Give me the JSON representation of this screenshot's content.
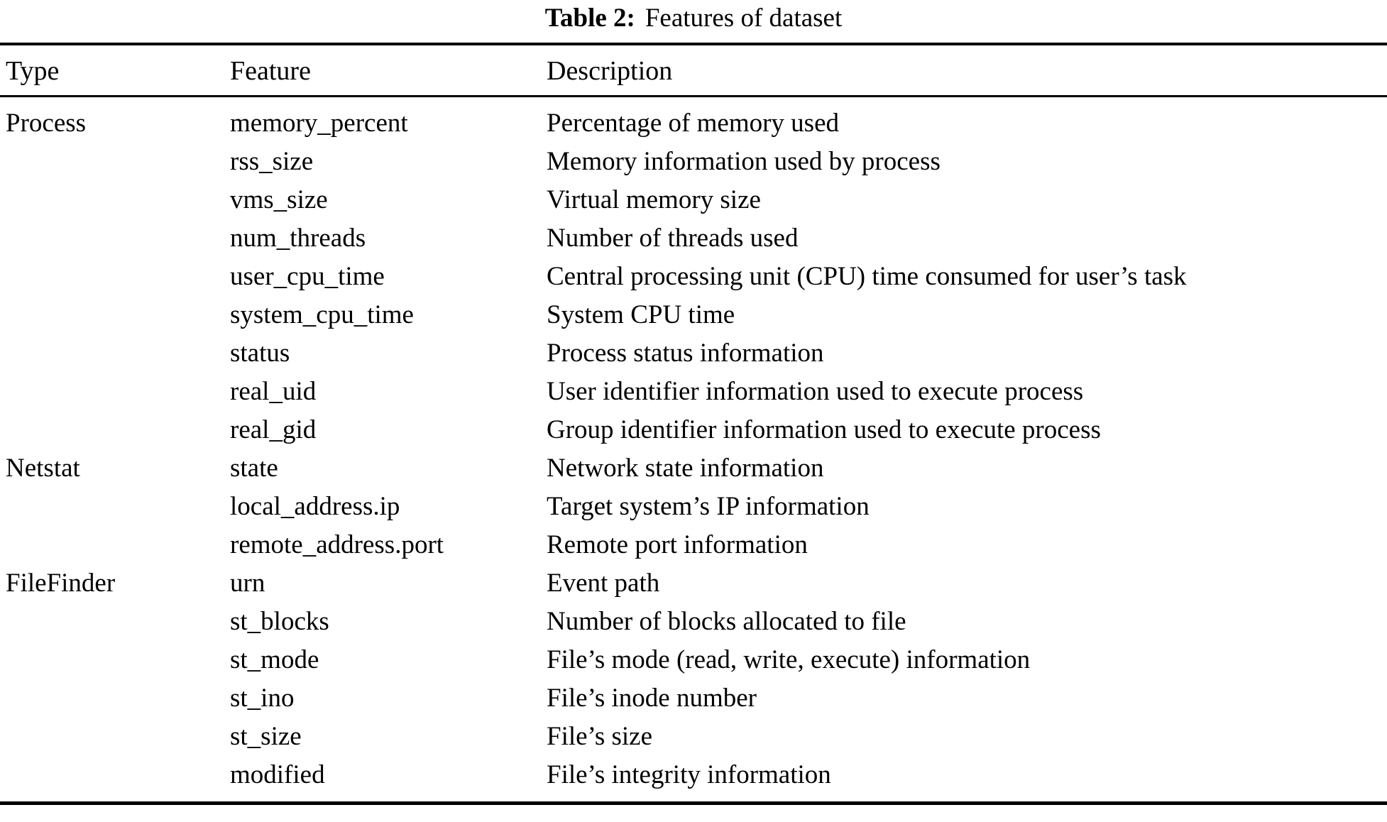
{
  "title": {
    "label": "Table 2:",
    "text": "Features of dataset"
  },
  "table": {
    "columns": [
      "Type",
      "Feature",
      "Description"
    ],
    "rows": [
      {
        "type": "Process",
        "feature": "memory_percent",
        "description": "Percentage of memory used"
      },
      {
        "type": "",
        "feature": "rss_size",
        "description": "Memory information used by process"
      },
      {
        "type": "",
        "feature": "vms_size",
        "description": "Virtual memory size"
      },
      {
        "type": "",
        "feature": "num_threads",
        "description": "Number of threads used"
      },
      {
        "type": "",
        "feature": "user_cpu_time",
        "description": "Central processing unit (CPU) time consumed for user’s task"
      },
      {
        "type": "",
        "feature": "system_cpu_time",
        "description": "System CPU time"
      },
      {
        "type": "",
        "feature": "status",
        "description": "Process status information"
      },
      {
        "type": "",
        "feature": "real_uid",
        "description": "User identifier information used to execute process"
      },
      {
        "type": "",
        "feature": "real_gid",
        "description": "Group identifier information used to execute process"
      },
      {
        "type": "Netstat",
        "feature": "state",
        "description": "Network state information"
      },
      {
        "type": "",
        "feature": "local_address.ip",
        "description": "Target system’s IP information"
      },
      {
        "type": "",
        "feature": "remote_address.port",
        "description": "Remote port information"
      },
      {
        "type": "FileFinder",
        "feature": "urn",
        "description": "Event path"
      },
      {
        "type": "",
        "feature": "st_blocks",
        "description": "Number of blocks allocated to file"
      },
      {
        "type": "",
        "feature": "st_mode",
        "description": "File’s mode (read, write, execute) information"
      },
      {
        "type": "",
        "feature": "st_ino",
        "description": "File’s inode number"
      },
      {
        "type": "",
        "feature": "st_size",
        "description": "File’s size"
      },
      {
        "type": "",
        "feature": "modified",
        "description": "File’s integrity information"
      }
    ]
  }
}
